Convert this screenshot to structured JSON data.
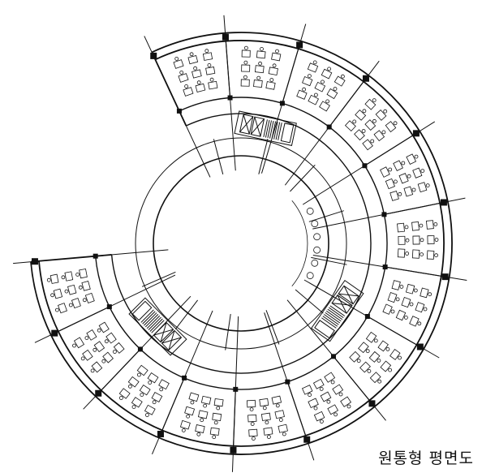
{
  "caption": "원통형 평면도",
  "colors": {
    "line": "#111111",
    "background": "#ffffff"
  },
  "plan": {
    "kind": "circular-ring-floor-plan",
    "office_bays": 14,
    "stair_cores": 2,
    "elevator_cores": 2,
    "central_courtyard": true,
    "break_in_ring": "west"
  }
}
